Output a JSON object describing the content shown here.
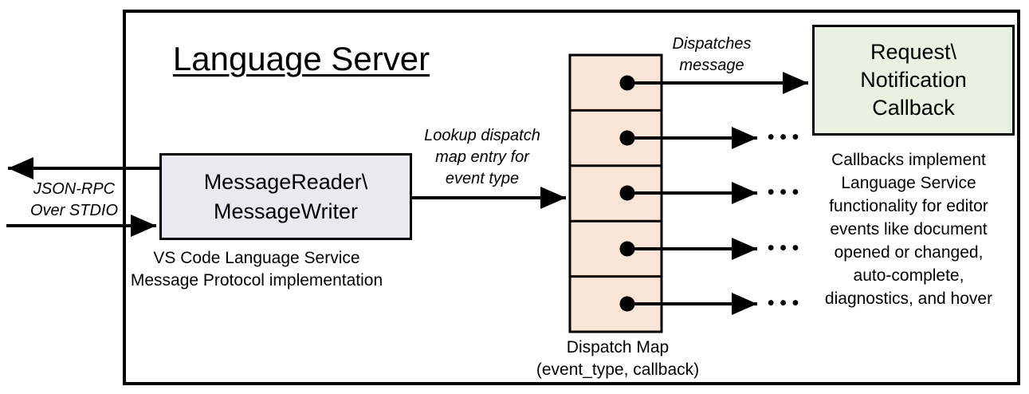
{
  "title": "Language Server",
  "stdio_label": {
    "line1": "JSON-RPC",
    "line2": "Over STDIO"
  },
  "message_box": {
    "line1": "MessageReader\\",
    "line2": "MessageWriter",
    "fill": "#EAE9F1",
    "caption_line1": "VS Code Language Service",
    "caption_line2": "Message Protocol implementation"
  },
  "lookup_label": {
    "line1": "Lookup dispatch",
    "line2": "map entry for",
    "line3": "event type"
  },
  "dispatch_label": {
    "line1": "Dispatches",
    "line2": "message"
  },
  "dispatch_map": {
    "fill": "#FBE5D6",
    "rows": 5,
    "ellipsis": "•••",
    "caption_line1": "Dispatch Map",
    "caption_line2": "(event_type, callback)"
  },
  "callback_box": {
    "line1": "Request\\",
    "line2": "Notification",
    "line3": "Callback",
    "fill": "#E9F1E1"
  },
  "callback_note": {
    "lines": [
      "Callbacks implement",
      "Language Service",
      "functionality for editor",
      "events like document",
      "opened or changed,",
      "auto-complete,",
      "diagnostics, and hover"
    ]
  },
  "colors": {
    "line": "#000000",
    "background": "#FFFFFF"
  }
}
